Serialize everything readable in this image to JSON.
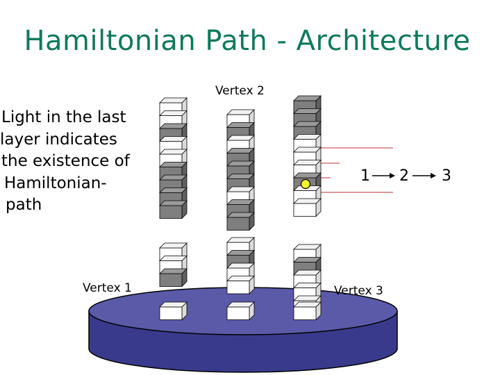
{
  "title": "Hamiltonian Path - Architecture",
  "note_lines": [
    "Light in the last",
    "layer indicates",
    "the existence of",
    "Hamiltonian-",
    "path"
  ],
  "vertex_labels": {
    "v1": "Vertex 1",
    "v2": "Vertex 2",
    "v3": "Vertex 3"
  },
  "path_sequence": [
    "1",
    "2",
    "3"
  ],
  "colors": {
    "title": "#0d7a5c",
    "platform": "#5a5aa8",
    "dark_cell": "#7f7f7f",
    "light_cell": "#ffffff",
    "light_indicator": "#f2f22e",
    "wire": "#c03030"
  },
  "towers": [
    {
      "upper": [
        0,
        0,
        1,
        0,
        0,
        1,
        1,
        1,
        1
      ],
      "lower": [
        0,
        0,
        1
      ]
    },
    {
      "upper": [
        0,
        1,
        0,
        1,
        1,
        1,
        0,
        1,
        1
      ],
      "lower": [
        0,
        1,
        0,
        0
      ]
    },
    {
      "upper": [
        1,
        1,
        1,
        0,
        0,
        0,
        1,
        0,
        0
      ],
      "lower": [
        0,
        1,
        0,
        0,
        0
      ]
    }
  ]
}
